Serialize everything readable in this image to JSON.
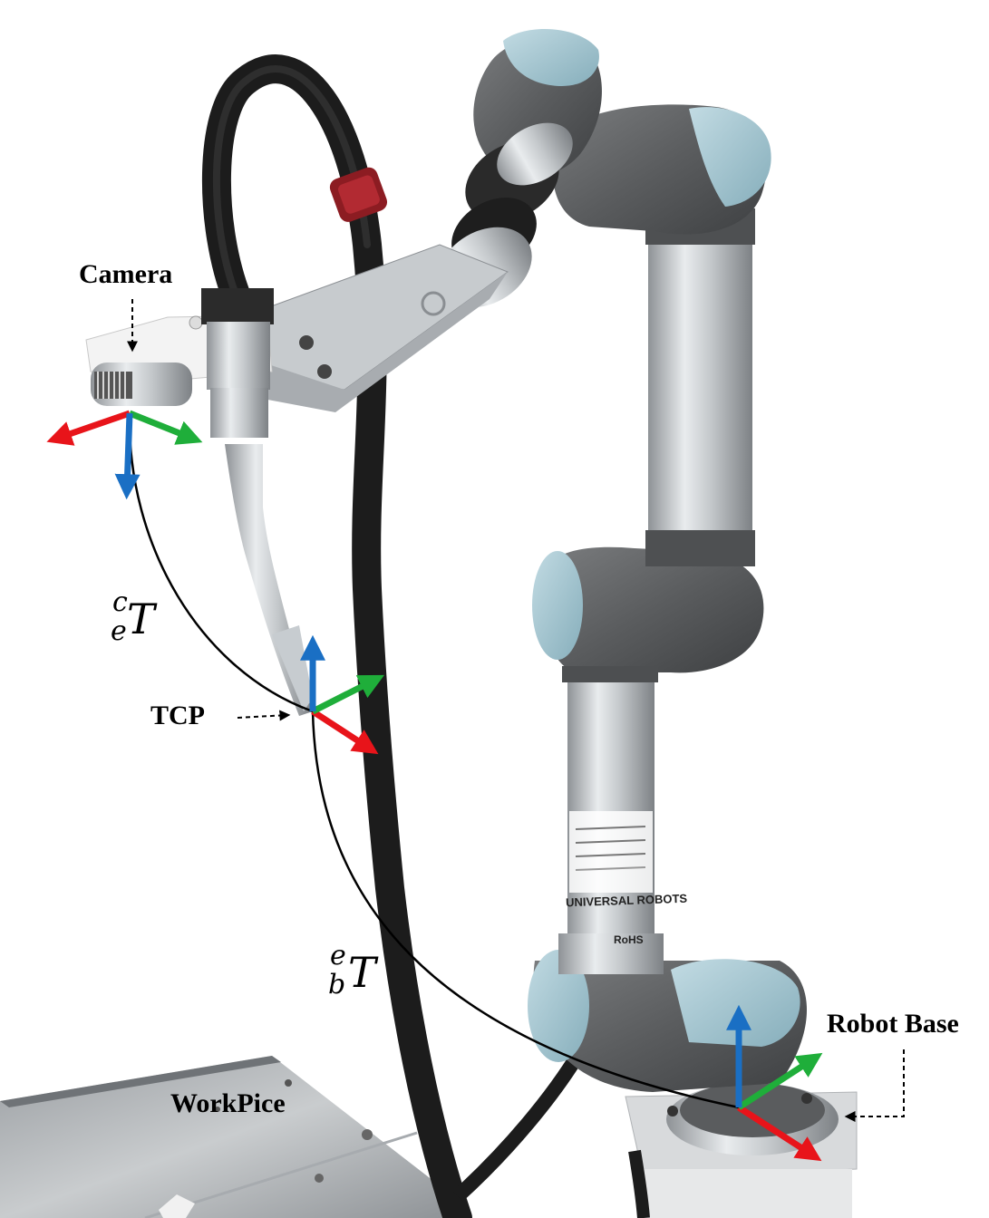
{
  "labels": {
    "camera": "Camera",
    "tcp": "TCP",
    "robot_base": "Robot Base",
    "workpiece": "WorkPice"
  },
  "transforms": {
    "camera_to_end": {
      "sup": "c",
      "sub": "e",
      "main": "T"
    },
    "end_to_base": {
      "sup": "e",
      "sub": "b",
      "main": "T"
    }
  },
  "robot_text": {
    "brand": "UNIVERSAL ROBOTS",
    "rohs": "RoHS"
  },
  "colors": {
    "axis_x": "#e8141a",
    "axis_y": "#1fae3a",
    "axis_z": "#1a6fc4",
    "robot_gray": "#5a5c5e",
    "robot_blue": "#9fc3cf",
    "silver": "#b9bdc0"
  }
}
